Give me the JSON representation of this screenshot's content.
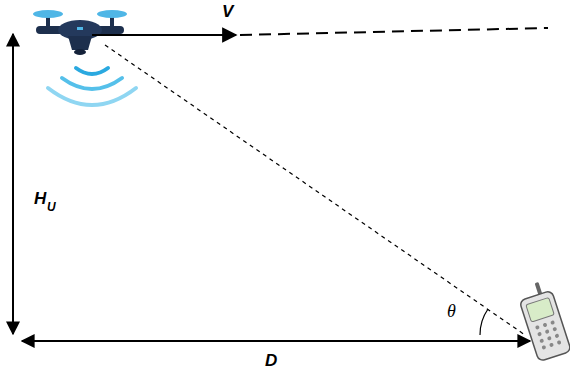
{
  "diagram": {
    "labels": [
      "V",
      "H",
      "U",
      "D",
      "θ"
    ]
  }
}
